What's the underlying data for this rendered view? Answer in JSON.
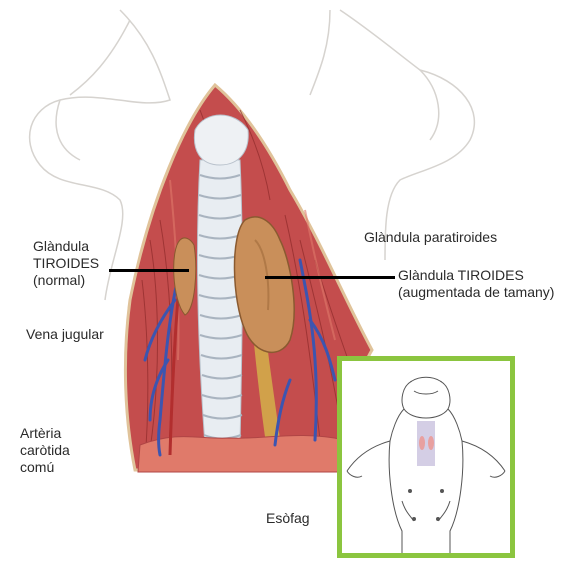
{
  "colors": {
    "inset_border": "#8bc53f",
    "thyroid": "#c98f5a",
    "vein": "#3c55b0",
    "muscle": "#c44d4d",
    "trachea": "#e8edf2"
  },
  "labels": {
    "thyroid_normal": "Glàndula TIROIDES (normal)",
    "parathyroid": "Glàndula paratiroides",
    "thyroid_enlarged": "Glàndula TIROIDES (augmentada de tamany)",
    "jugular_vein": "Vena jugular",
    "carotid_artery": "Artèria caròtida comú",
    "esophagus": "Esòfag"
  }
}
